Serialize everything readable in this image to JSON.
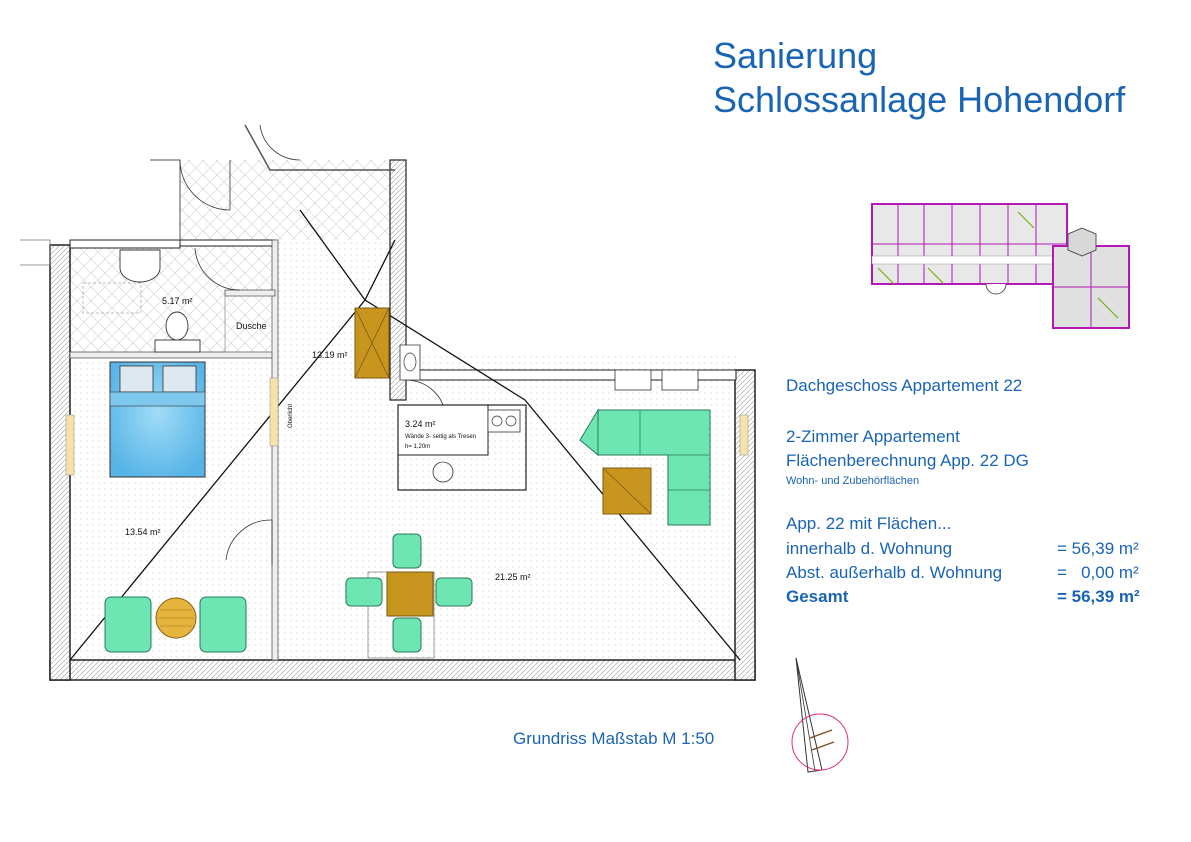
{
  "title": {
    "line1": "Sanierung",
    "line2": "Schlossanlage Hohendorf"
  },
  "info": {
    "floor": "Dachgeschoss Appartement 22",
    "type": "2-Zimmer Appartement",
    "calc": "Flächenberechnung App. 22 DG",
    "note": "Wohn- und Zubehörflächen",
    "intro": "App. 22 mit Flächen...",
    "rows": [
      {
        "label": "innerhalb d. Wohnung",
        "value": "= 56,39 m²"
      },
      {
        "label": "Abst. außerhalb d. Wohnung",
        "value": "=   0,00 m²"
      },
      {
        "label": "Gesamt",
        "value": "= 56,39 m²"
      }
    ]
  },
  "rooms": {
    "bath": "5.17 m²",
    "shower": "Dusche",
    "hall": "13.19 m²",
    "kitchen": "3.24 m²",
    "kitchen_note1": "Wände 3- seitig als Tresen",
    "kitchen_note2": "h= 1,20m",
    "bedroom": "13.54 m²",
    "living": "21.25 m²",
    "skylight": "Oberlicht"
  },
  "scale": "Grundriss Maßstab M 1:50",
  "colors": {
    "brand": "#1a64b4",
    "furniture": "#6ee6b4",
    "wood": "#c8961e",
    "bed": "#78c8f0"
  }
}
